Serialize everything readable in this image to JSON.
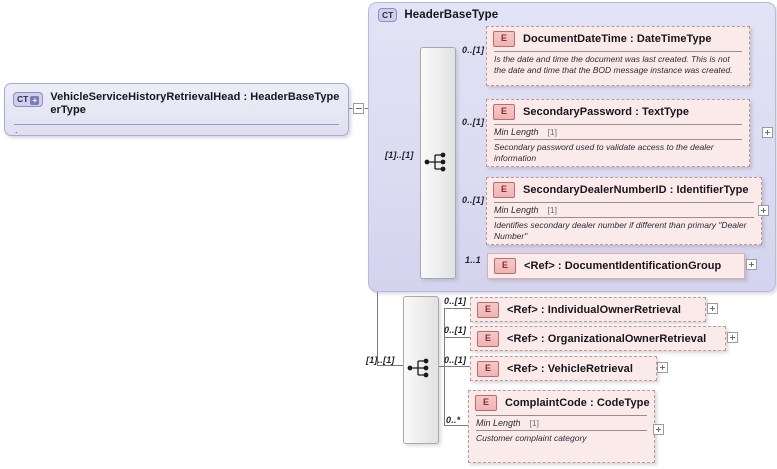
{
  "diagram": {
    "kind": "xsd-schema-diagram",
    "root_element": {
      "badge": "CT",
      "badge_icon": "complex-type-plus-icon",
      "name_line1": "VehicleServiceHistoryRetrievalHead  :  HeaderBaseType",
      "name_line2": "erType",
      "footer": "."
    },
    "complex_type": {
      "badge": "CT",
      "badge_icon": "complex-type-icon",
      "title": "HeaderBaseType",
      "compositor": "sequence",
      "compositor_icon": "sequence-icon",
      "occurrence": "[1]..[1]",
      "children": [
        {
          "badge": "E",
          "badge_icon": "element-icon",
          "name": "DocumentDateTime : DateTimeType",
          "occurrence": "0..[1]",
          "required": false,
          "facet": null,
          "facet_value": null,
          "doc": "Is the date and time the document was last created. This is not the date and time that the BOD message instance was created.",
          "expander": null
        },
        {
          "badge": "E",
          "badge_icon": "element-icon",
          "name": "SecondaryPassword : TextType",
          "occurrence": "0..[1]",
          "required": false,
          "facet": "Min Length",
          "facet_value": "[1]",
          "doc": "Secondary password used to validate access to the dealer information",
          "expander": "plus-icon"
        },
        {
          "badge": "E",
          "badge_icon": "element-icon",
          "name": "SecondaryDealerNumberID : IdentifierType",
          "occurrence": "0..[1]",
          "required": false,
          "facet": "Min Length",
          "facet_value": "[1]",
          "doc": "Identifies secondary dealer number if different than primary \"Dealer Number\"",
          "expander": "plus-icon"
        },
        {
          "badge": "E",
          "badge_icon": "element-icon",
          "name": "<Ref>        : DocumentIdentificationGroup",
          "occurrence": "1..1",
          "required": true,
          "facet": null,
          "facet_value": null,
          "doc": null,
          "expander": "plus-icon"
        }
      ]
    },
    "second_group": {
      "compositor": "sequence",
      "compositor_icon": "sequence-icon",
      "occurrence": "[1]..[1]",
      "children": [
        {
          "badge": "E",
          "badge_icon": "element-icon",
          "name": "<Ref>        : IndividualOwnerRetrieval",
          "occurrence": "0..[1]",
          "required": false,
          "facet": null,
          "facet_value": null,
          "doc": null,
          "expander": "plus-icon"
        },
        {
          "badge": "E",
          "badge_icon": "element-icon",
          "name": "<Ref>        : OrganizationalOwnerRetrieval",
          "occurrence": "0..[1]",
          "required": false,
          "facet": null,
          "facet_value": null,
          "doc": null,
          "expander": "plus-icon"
        },
        {
          "badge": "E",
          "badge_icon": "element-icon",
          "name": "<Ref>        : VehicleRetrieval",
          "occurrence": "0..[1]",
          "required": false,
          "facet": null,
          "facet_value": null,
          "doc": null,
          "expander": "plus-icon"
        },
        {
          "badge": "E",
          "badge_icon": "element-icon",
          "name": "ComplaintCode : CodeType",
          "occurrence": "0..*",
          "required": false,
          "facet": "Min Length",
          "facet_value": "[1]",
          "doc": "Customer complaint category",
          "expander": "plus-icon"
        }
      ]
    },
    "colors": {
      "element_fill": "#fbeaea",
      "element_badge": "#efb4b4",
      "complex_type_fill": "#dcdcf2",
      "root_fill": "#e6e6f4",
      "connector": "#7a7a7a"
    }
  }
}
